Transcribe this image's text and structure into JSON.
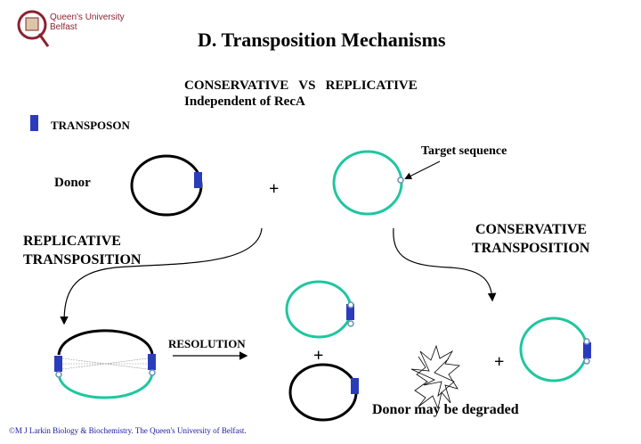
{
  "logo": {
    "line1": "Queen's University",
    "line2": "Belfast",
    "brand_color": "#8a2331"
  },
  "title": "D. Transposition Mechanisms",
  "subtitle": {
    "line1": "CONSERVATIVE   VS   REPLICATIVE",
    "line2": "Independent of RecA"
  },
  "legend": {
    "transposon_label": "TRANSPOSON",
    "transposon_color": "#2b3bbd"
  },
  "labels": {
    "donor": "Donor",
    "plus_top": "+",
    "target_sequence": "Target sequence",
    "conservative_line1": "CONSERVATIVE",
    "conservative_line2": "TRANSPOSITION",
    "replicative_line1": "REPLICATIVE",
    "replicative_line2": "TRANSPOSITION",
    "resolution": "RESOLUTION",
    "plus_middle": "+",
    "plus_right": "+",
    "donor_degraded": "Donor may be degraded"
  },
  "colors": {
    "donor_dna": "#000000",
    "target_dna": "#1fc6a0",
    "transposon": "#2b3bbd",
    "target_site": "#6a8fb5"
  },
  "footer": "©M J Larkin  Biology & Biochemistry. The  Queen's University of Belfast."
}
